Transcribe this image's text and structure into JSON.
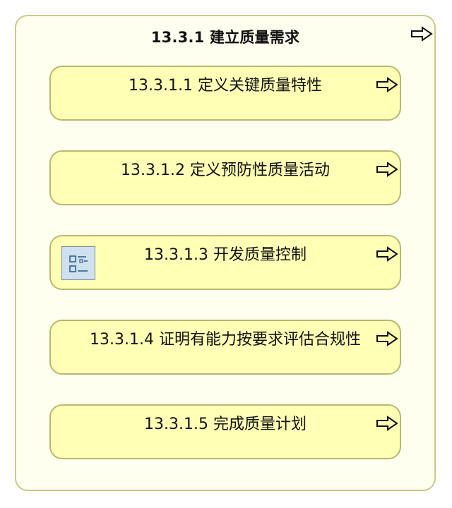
{
  "container": {
    "title": "13.3.1 建立质量需求",
    "icon": "arrow-right-icon"
  },
  "processes": [
    {
      "label": "13.3.1.1 定义关键质量特性",
      "icon": "arrow-right-icon"
    },
    {
      "label": "13.3.1.2 定义预防性质量活动",
      "icon": "arrow-right-icon"
    },
    {
      "label": "13.3.1.3 开发质量控制",
      "icon": "arrow-right-icon",
      "badge_icon": "procedure-list-icon"
    },
    {
      "label": "13.3.1.4 证明有能力按要求评估合规性",
      "icon": "arrow-right-icon"
    },
    {
      "label": "13.3.1.5 完成质量计划",
      "icon": "arrow-right-icon"
    }
  ],
  "colors": {
    "container_fill": "#fffff0",
    "container_border": "#c9c98a",
    "box_fill": "#ffffb5",
    "box_border": "#b8b86e",
    "badge_fill": "#cfe0ee"
  }
}
